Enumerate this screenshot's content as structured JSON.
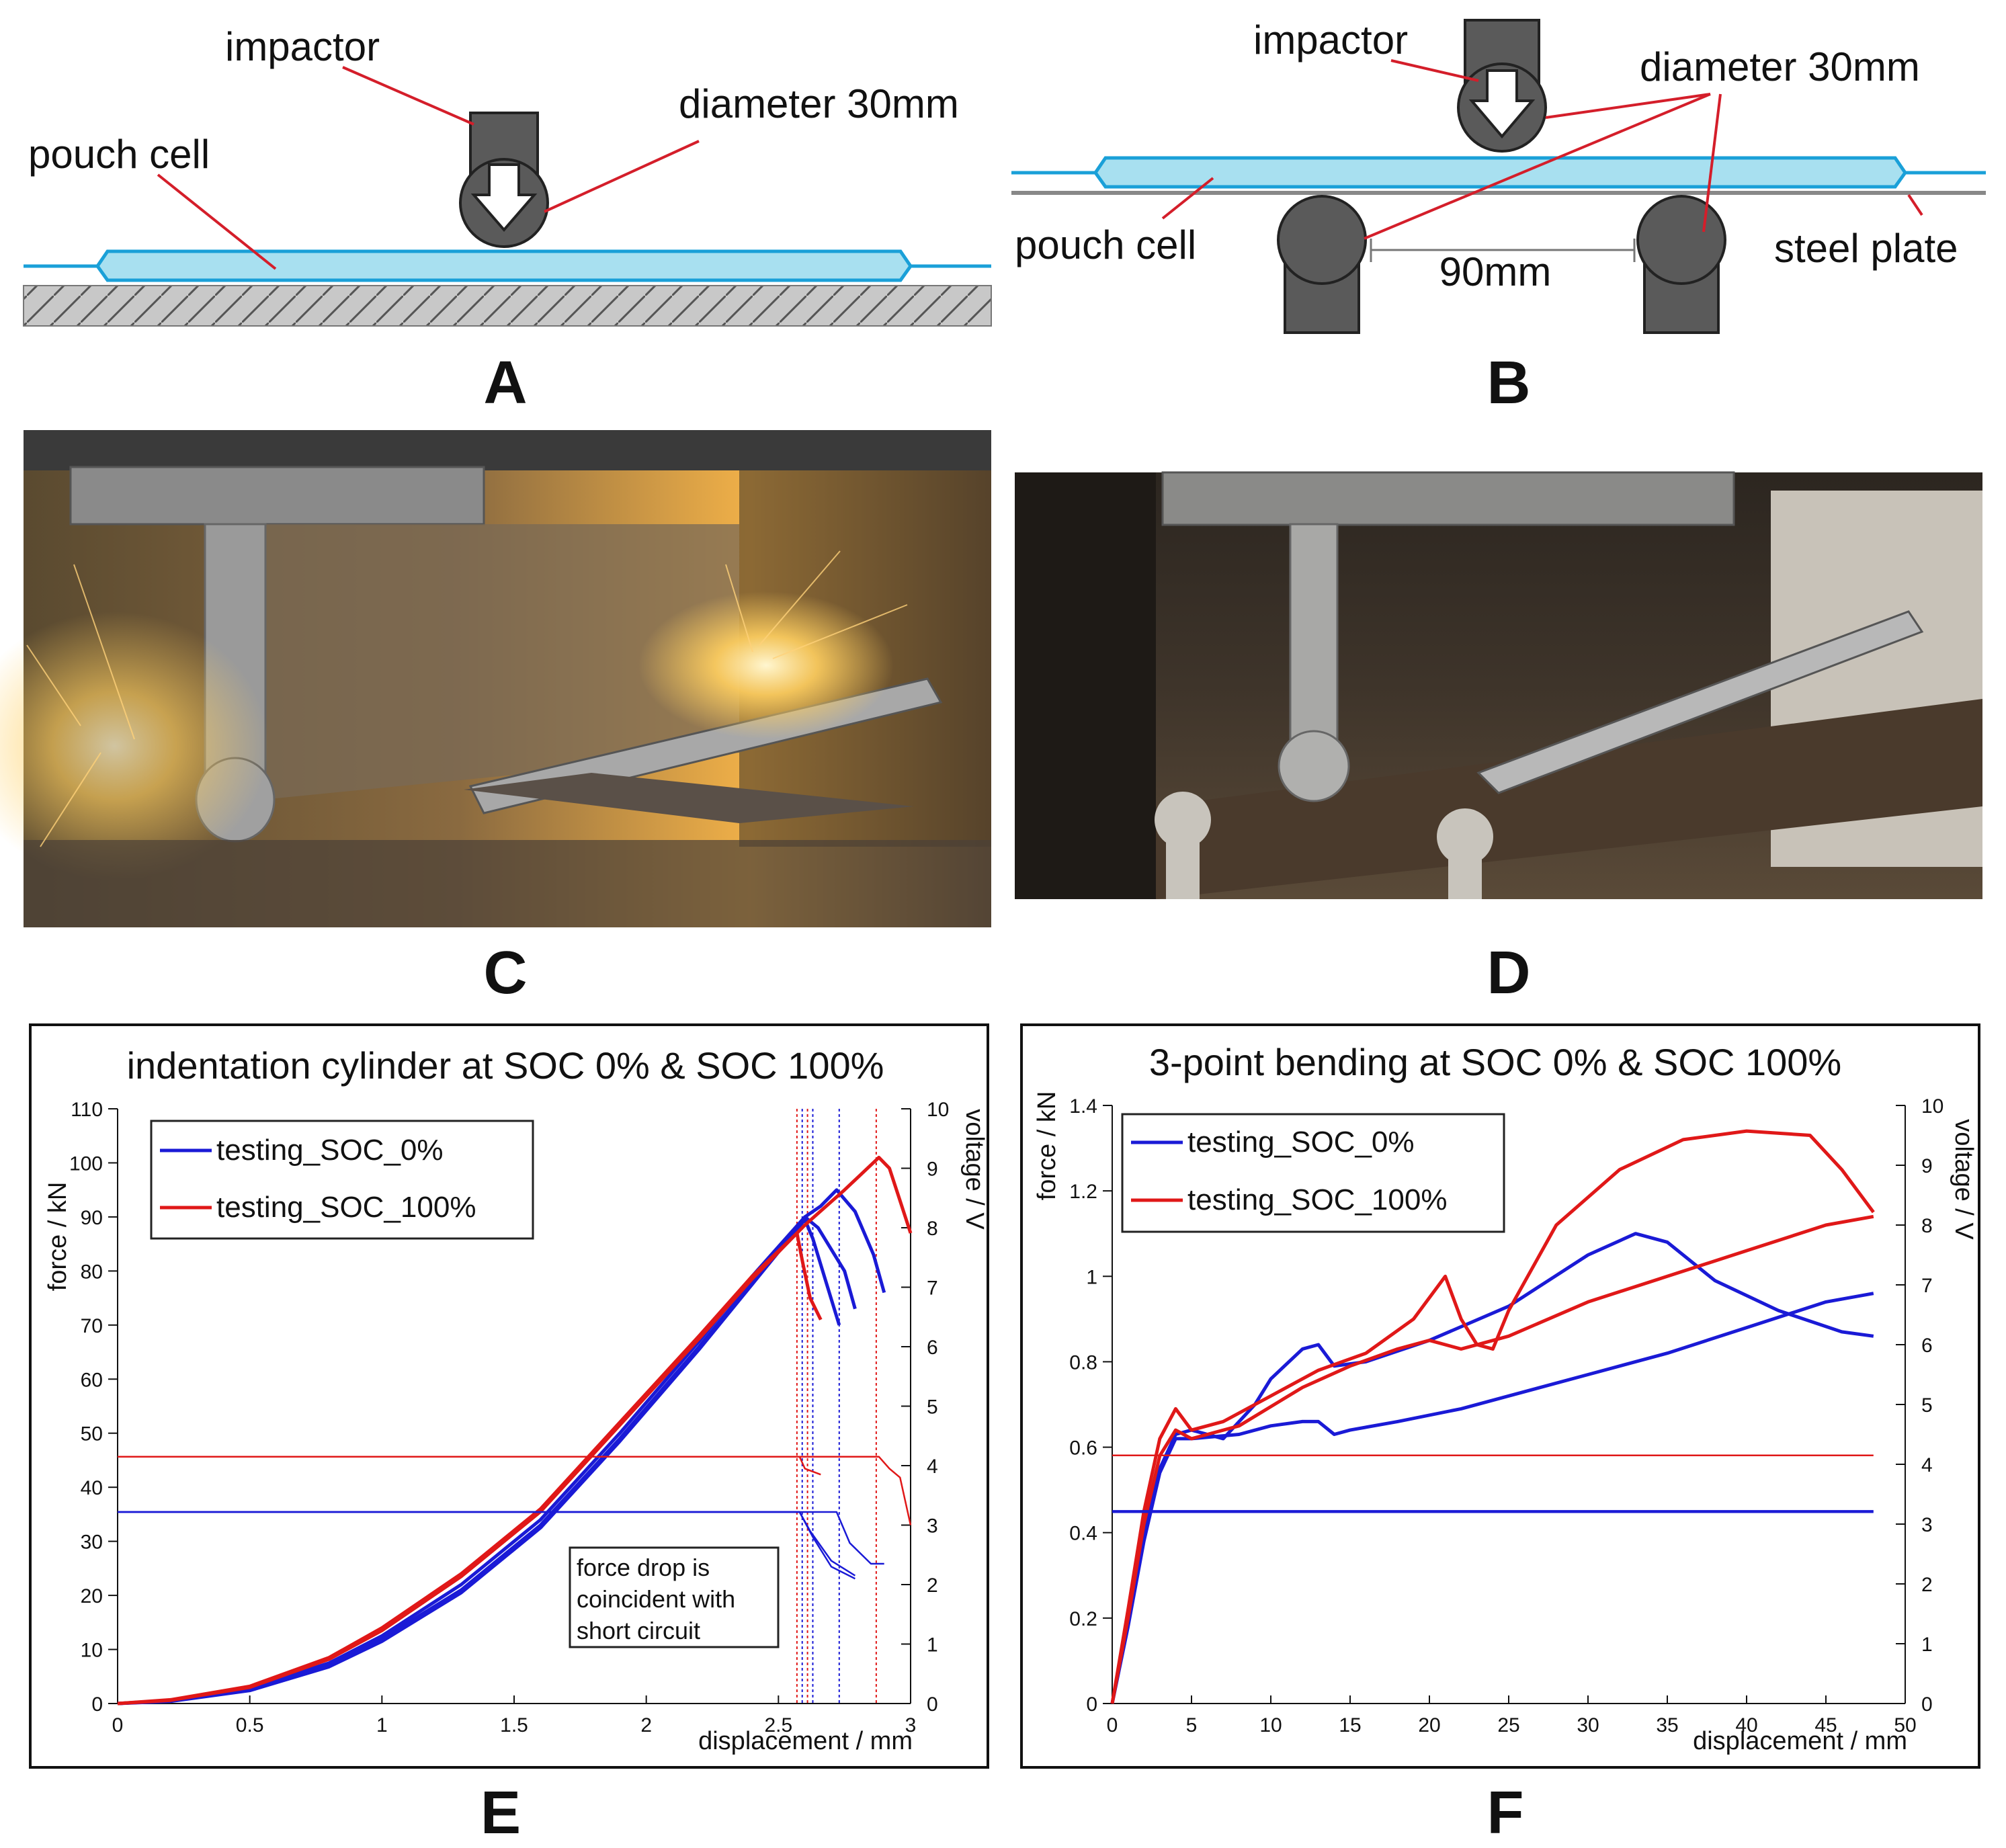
{
  "panels": {
    "A": {
      "letter": "A",
      "labels": {
        "impactor": "impactor",
        "diameter": "diameter 30mm",
        "pouch": "pouch cell"
      }
    },
    "B": {
      "letter": "B",
      "labels": {
        "impactor": "impactor",
        "diameter": "diameter 30mm",
        "pouch": "pouch cell",
        "span": "90mm",
        "plate": "steel plate"
      }
    },
    "C": {
      "letter": "C"
    },
    "D": {
      "letter": "D"
    },
    "E": {
      "letter": "E"
    },
    "F": {
      "letter": "F"
    }
  },
  "colors": {
    "soc0": "#1a1ad6",
    "soc100": "#e01818",
    "cell": "#a8e0f0",
    "cellEdge": "#1aa0d8",
    "impactor": "#5a5a5a",
    "leader": "#d41e2a"
  },
  "chart_data": [
    {
      "type": "line",
      "title": "indentation cylinder at SOC 0% & SOC 100%",
      "xlabel": "displacement / mm",
      "ylabel": "force / kN",
      "y2label": "voltage / V",
      "xlim": [
        0,
        3
      ],
      "ylim": [
        0,
        110
      ],
      "y2lim": [
        0,
        10
      ],
      "xticks": [
        "0",
        "0.5",
        "1",
        "1.5",
        "2",
        "2.5",
        "3"
      ],
      "yticks": [
        "0",
        "10",
        "20",
        "30",
        "40",
        "50",
        "60",
        "70",
        "80",
        "90",
        "100",
        "110"
      ],
      "y2ticks": [
        "0",
        "1",
        "2",
        "3",
        "4",
        "5",
        "6",
        "7",
        "8",
        "9",
        "10"
      ],
      "legend": [
        "testing_SOC_0%",
        "testing_SOC_100%"
      ],
      "legend_position": "top-left",
      "annotation": [
        "force drop is",
        "coincident with",
        "short circuit"
      ],
      "series": [
        {
          "name": "testing_SOC_0%",
          "axis": "force",
          "color": "#1a1ad6",
          "x": [
            0,
            0.2,
            0.5,
            0.8,
            1.0,
            1.3,
            1.6,
            1.9,
            2.2,
            2.4,
            2.6,
            2.65,
            2.75,
            2.79
          ],
          "y": [
            0,
            0.5,
            2.5,
            7,
            12,
            21,
            33,
            49,
            66,
            78,
            90,
            88,
            80,
            73
          ]
        },
        {
          "name": "testing_SOC_0%",
          "axis": "force",
          "color": "#1a1ad6",
          "x": [
            0,
            0.2,
            0.5,
            0.8,
            1.0,
            1.3,
            1.6,
            1.9,
            2.2,
            2.4,
            2.6,
            2.66,
            2.72,
            2.79,
            2.86,
            2.9
          ],
          "y": [
            0,
            0.6,
            2.8,
            7.5,
            12.5,
            22,
            34,
            50,
            67,
            79,
            90,
            92,
            95,
            91,
            83,
            76
          ]
        },
        {
          "name": "testing_SOC_0%",
          "axis": "force",
          "color": "#1a1ad6",
          "x": [
            0,
            0.2,
            0.5,
            0.8,
            1.0,
            1.3,
            1.6,
            1.9,
            2.2,
            2.4,
            2.6,
            2.63,
            2.68,
            2.73
          ],
          "y": [
            0,
            0.4,
            2.4,
            6.8,
            11.5,
            20.5,
            32.5,
            48.5,
            65.5,
            77.5,
            89.5,
            86,
            78,
            70
          ]
        },
        {
          "name": "testing_SOC_100%",
          "axis": "force",
          "color": "#e01818",
          "x": [
            0,
            0.2,
            0.5,
            0.8,
            1.0,
            1.3,
            1.6,
            1.9,
            2.2,
            2.4,
            2.57,
            2.59,
            2.62,
            2.66
          ],
          "y": [
            0,
            0.7,
            3.2,
            8.5,
            14,
            24,
            36,
            52,
            68,
            79,
            87,
            82,
            75,
            71
          ]
        },
        {
          "name": "testing_SOC_100%",
          "axis": "force",
          "color": "#e01818",
          "x": [
            0,
            0.2,
            0.5,
            0.8,
            1.0,
            1.3,
            1.6,
            1.9,
            2.2,
            2.4,
            2.6,
            2.75,
            2.88,
            2.92,
            2.96,
            3.0
          ],
          "y": [
            0,
            0.6,
            3.0,
            8.2,
            13.5,
            23.5,
            35.5,
            51.5,
            67.5,
            78.5,
            88.5,
            95,
            101,
            99,
            93,
            87
          ]
        },
        {
          "name": "testing_SOC_0%",
          "axis": "voltage",
          "color": "#1a1ad6",
          "x": [
            0,
            2.58,
            2.62,
            2.7,
            2.79
          ],
          "y": [
            3.22,
            3.22,
            2.9,
            2.4,
            2.15
          ]
        },
        {
          "name": "testing_SOC_0%",
          "axis": "voltage",
          "color": "#1a1ad6",
          "x": [
            0,
            2.58,
            2.63,
            2.7,
            2.79
          ],
          "y": [
            3.22,
            3.22,
            2.8,
            2.3,
            2.1
          ]
        },
        {
          "name": "testing_SOC_0%",
          "axis": "voltage",
          "color": "#1a1ad6",
          "x": [
            0,
            2.72,
            2.77,
            2.85,
            2.9
          ],
          "y": [
            3.22,
            3.22,
            2.7,
            2.35,
            2.35
          ]
        },
        {
          "name": "testing_SOC_100%",
          "axis": "voltage",
          "color": "#e01818",
          "x": [
            0,
            2.58,
            2.6,
            2.66
          ],
          "y": [
            4.15,
            4.15,
            3.95,
            3.85
          ]
        },
        {
          "name": "testing_SOC_100%",
          "axis": "voltage",
          "color": "#e01818",
          "x": [
            0,
            2.88,
            2.92,
            2.96,
            3.0
          ],
          "y": [
            4.15,
            4.15,
            3.95,
            3.8,
            3.0
          ]
        }
      ],
      "vlines": [
        {
          "x": 2.57,
          "color": "#e01818"
        },
        {
          "x": 2.59,
          "color": "#1a1ad6"
        },
        {
          "x": 2.61,
          "color": "#e01818"
        },
        {
          "x": 2.63,
          "color": "#1a1ad6"
        },
        {
          "x": 2.73,
          "color": "#1a1ad6"
        },
        {
          "x": 2.87,
          "color": "#e01818"
        }
      ]
    },
    {
      "type": "line",
      "title": "3-point bending at SOC 0% & SOC 100%",
      "xlabel": "displacement / mm",
      "ylabel": "force / kN",
      "y2label": "voltage / V",
      "xlim": [
        0,
        50
      ],
      "ylim": [
        0,
        1.4
      ],
      "y2lim": [
        0,
        10
      ],
      "xticks": [
        "0",
        "5",
        "10",
        "15",
        "20",
        "25",
        "30",
        "35",
        "40",
        "45",
        "50"
      ],
      "yticks": [
        "0",
        "0.2",
        "0.4",
        "0.6",
        "0.8",
        "1",
        "1.2",
        "1.4"
      ],
      "y2ticks": [
        "0",
        "1",
        "2",
        "3",
        "4",
        "5",
        "6",
        "7",
        "8",
        "9",
        "10"
      ],
      "legend": [
        "testing_SOC_0%",
        "testing_SOC_100%"
      ],
      "legend_position": "top-left",
      "series": [
        {
          "name": "testing_SOC_0%",
          "axis": "force",
          "color": "#1a1ad6",
          "x": [
            0,
            1,
            2,
            3,
            4,
            5,
            7,
            9,
            10,
            12,
            13,
            14,
            16,
            20,
            25,
            30,
            33,
            35,
            38,
            42,
            46,
            48
          ],
          "y": [
            0,
            0.2,
            0.4,
            0.55,
            0.63,
            0.64,
            0.62,
            0.7,
            0.76,
            0.83,
            0.84,
            0.79,
            0.8,
            0.85,
            0.93,
            1.05,
            1.1,
            1.08,
            0.99,
            0.92,
            0.87,
            0.86
          ]
        },
        {
          "name": "testing_SOC_0%",
          "axis": "force",
          "color": "#1a1ad6",
          "x": [
            0,
            1,
            2,
            3,
            4,
            5,
            8,
            10,
            12,
            13,
            14,
            15,
            18,
            22,
            25,
            30,
            35,
            40,
            45,
            48
          ],
          "y": [
            0,
            0.18,
            0.38,
            0.54,
            0.62,
            0.62,
            0.63,
            0.65,
            0.66,
            0.66,
            0.63,
            0.64,
            0.66,
            0.69,
            0.72,
            0.77,
            0.82,
            0.88,
            0.94,
            0.96
          ]
        },
        {
          "name": "testing_SOC_100%",
          "axis": "force",
          "color": "#e01818",
          "x": [
            0,
            1,
            2,
            3,
            4,
            5,
            7,
            10,
            13,
            16,
            19,
            21,
            22,
            23,
            24,
            25,
            28,
            32,
            36,
            40,
            44,
            46,
            48
          ],
          "y": [
            0,
            0.22,
            0.45,
            0.62,
            0.69,
            0.64,
            0.66,
            0.72,
            0.78,
            0.82,
            0.9,
            1.0,
            0.9,
            0.84,
            0.83,
            0.92,
            1.12,
            1.25,
            1.32,
            1.34,
            1.33,
            1.25,
            1.15
          ]
        },
        {
          "name": "testing_SOC_100%",
          "axis": "force",
          "color": "#e01818",
          "x": [
            0,
            1,
            2,
            3,
            4,
            5,
            8,
            12,
            15,
            18,
            20,
            22,
            25,
            30,
            35,
            40,
            45,
            48
          ],
          "y": [
            0,
            0.2,
            0.42,
            0.58,
            0.64,
            0.62,
            0.65,
            0.74,
            0.79,
            0.83,
            0.85,
            0.83,
            0.86,
            0.94,
            1.0,
            1.06,
            1.12,
            1.14
          ]
        },
        {
          "name": "testing_SOC_0%",
          "axis": "voltage",
          "color": "#1a1ad6",
          "x": [
            0,
            48
          ],
          "y": [
            3.22,
            3.22
          ]
        },
        {
          "name": "testing_SOC_0%",
          "axis": "voltage",
          "color": "#1a1ad6",
          "x": [
            0,
            48
          ],
          "y": [
            3.2,
            3.2
          ]
        },
        {
          "name": "testing_SOC_100%",
          "axis": "voltage",
          "color": "#e01818",
          "x": [
            0,
            48
          ],
          "y": [
            4.15,
            4.15
          ]
        }
      ]
    }
  ]
}
